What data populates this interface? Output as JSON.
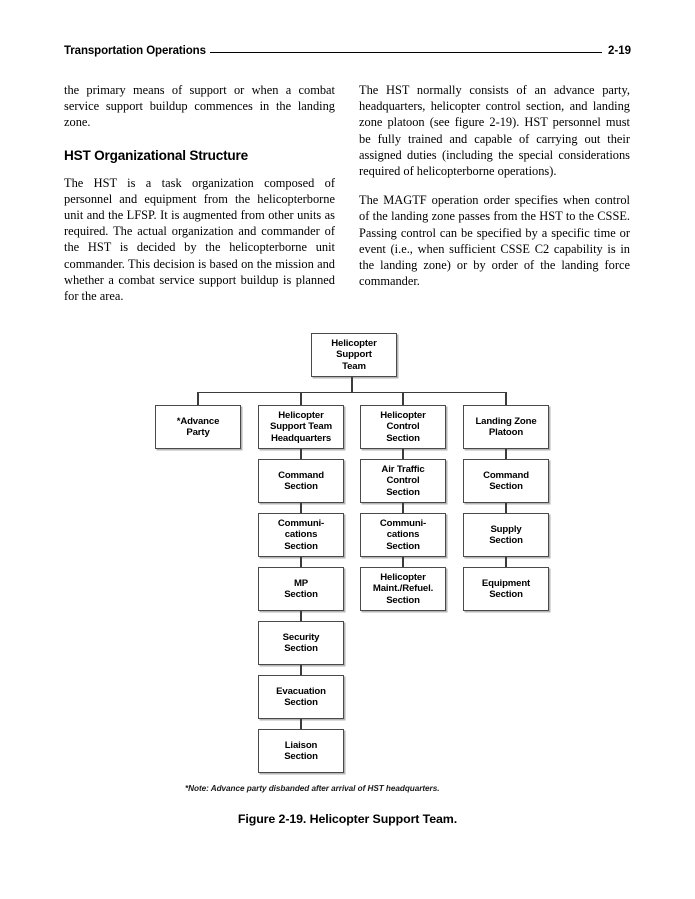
{
  "header": {
    "title": "Transportation Operations",
    "page_number": "2-19"
  },
  "body": {
    "left_column": {
      "paragraph_1": "the primary means of support or when a combat service support buildup commences in the landing zone.",
      "heading": "HST Organizational Structure",
      "paragraph_2": "The HST is a task organization composed of personnel and equipment from the helicopterborne unit and the LFSP. It is augmented from other units as required. The actual organization and commander of the HST is decided by the helicopterborne unit commander. This decision is based on the mission and whether a combat service support buildup is planned for the area."
    },
    "right_column": {
      "paragraph_1": "The HST normally consists of an advance party, headquarters, helicopter control section, and landing zone platoon (see figure 2-19). HST personnel must be fully trained and capable of carrying out their assigned duties (including the special considerations required of helicopterborne operations).",
      "paragraph_2": "The MAGTF operation order specifies when control of the landing zone passes from the HST to the CSSE. Passing control can be specified by a specific time or event (i.e., when sufficient CSSE C2 capability is in the landing zone) or by order of the landing force commander."
    }
  },
  "chart_data": {
    "type": "diagram",
    "title": "Helicopter Support Team",
    "root": "Helicopter\nSupport\nTeam",
    "branches": [
      {
        "name": "advance-party",
        "nodes": [
          "*Advance\nParty"
        ]
      },
      {
        "name": "hst-headquarters",
        "nodes": [
          "Helicopter\nSupport Team\nHeadquarters",
          "Command\nSection",
          "Communi-\ncations\nSection",
          "MP\nSection",
          "Security\nSection",
          "Evacuation\nSection",
          "Liaison\nSection"
        ]
      },
      {
        "name": "helicopter-control-section",
        "nodes": [
          "Helicopter\nControl\nSection",
          "Air Traffic\nControl\nSection",
          "Communi-\ncations\nSection",
          "Helicopter\nMaint./Refuel.\nSection"
        ]
      },
      {
        "name": "landing-zone-platoon",
        "nodes": [
          "Landing Zone\nPlatoon",
          "Command\nSection",
          "Supply\nSection",
          "Equipment\nSection"
        ]
      }
    ],
    "note": "*Note:  Advance party disbanded after arrival of HST headquarters.",
    "caption": "Figure 2-19. Helicopter Support Team."
  },
  "colors": {
    "text": "#000000",
    "box_border": "#4a4a4a",
    "connector": "#3c3c3c",
    "page_background": "#ffffff"
  }
}
